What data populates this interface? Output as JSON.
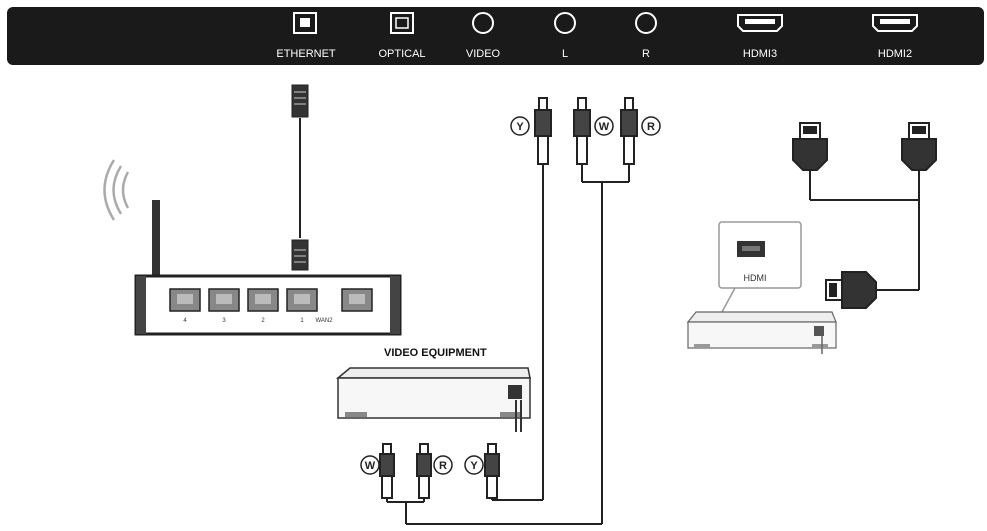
{
  "panel": {
    "ports": [
      {
        "id": "ethernet",
        "label": "ETHERNET",
        "icon": "ethernet-port-icon"
      },
      {
        "id": "optical",
        "label": "OPTICAL",
        "icon": "optical-port-icon"
      },
      {
        "id": "video",
        "label": "VIDEO",
        "icon": "rca-jack-icon"
      },
      {
        "id": "l",
        "label": "L",
        "icon": "rca-jack-icon"
      },
      {
        "id": "r",
        "label": "R",
        "icon": "rca-jack-icon"
      },
      {
        "id": "hdmi3",
        "label": "HDMI3",
        "icon": "hdmi-port-icon"
      },
      {
        "id": "hdmi2",
        "label": "HDMI2",
        "icon": "hdmi-port-icon"
      }
    ]
  },
  "router": {
    "port_labels": [
      "4",
      "3",
      "2",
      "1",
      "WAN2"
    ]
  },
  "video_equipment": {
    "title": "VIDEO EQUIPMENT"
  },
  "hdmi_device": {
    "port_label": "HDMI"
  },
  "rca_top": {
    "y": "Y",
    "w": "W",
    "r": "R"
  },
  "rca_bottom": {
    "w": "W",
    "r": "R",
    "y": "Y"
  },
  "colors": {
    "panel_bg": "#1a1a1a",
    "panel_text": "#ffffff",
    "line": "#222222"
  }
}
